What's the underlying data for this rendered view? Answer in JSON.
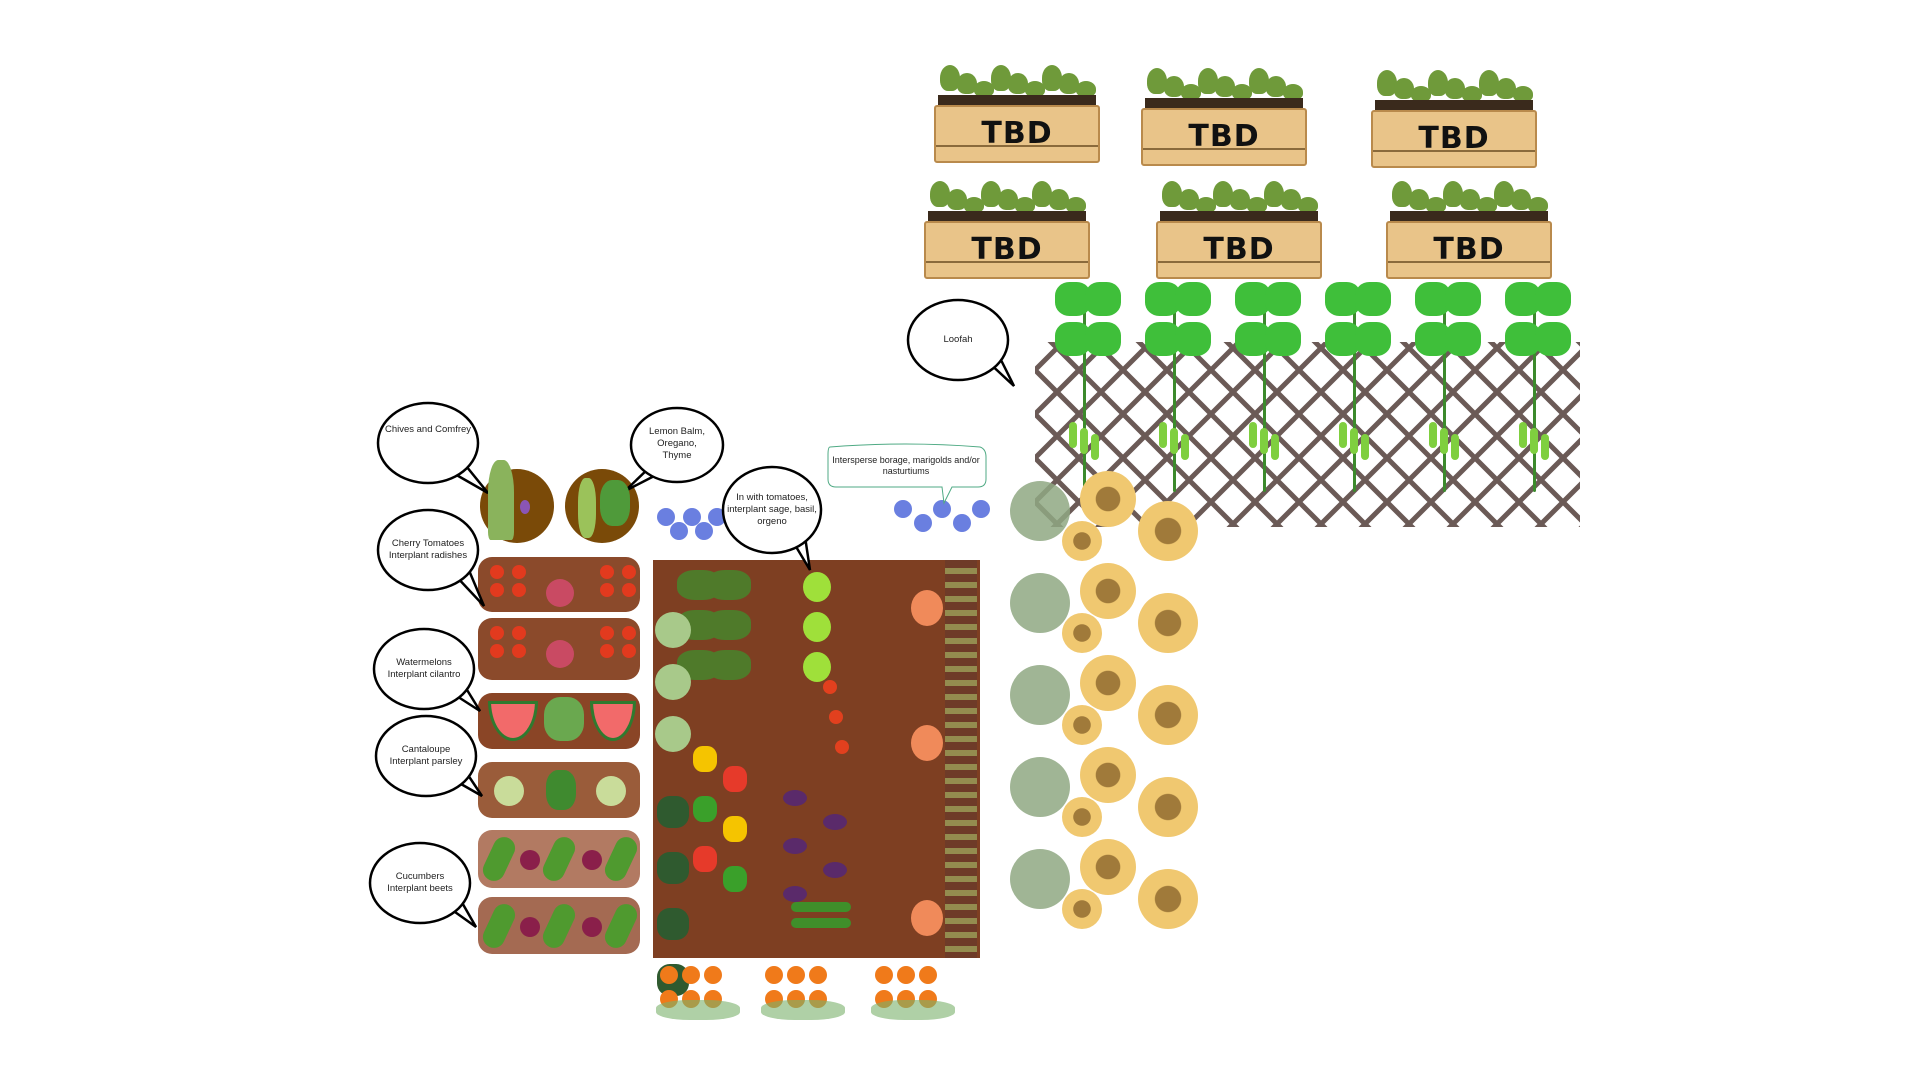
{
  "planters": [
    {
      "label": "TBD"
    },
    {
      "label": "TBD"
    },
    {
      "label": "TBD"
    },
    {
      "label": "TBD"
    },
    {
      "label": "TBD"
    },
    {
      "label": "TBD"
    }
  ],
  "callouts": {
    "loofah": "Loofah",
    "chives": "Chives and Comfrey",
    "lemon_balm": [
      "Lemon Balm,",
      "Oregano,",
      "Thyme"
    ],
    "cherry_tomatoes": [
      "Cherry Tomatoes",
      "Interplant radishes"
    ],
    "watermelons": [
      "Watermelons",
      "Interplant cilantro"
    ],
    "cantaloupe": [
      "Cantaloupe",
      "Interplant parsley"
    ],
    "cucumbers": [
      "Cucumbers",
      "Interplant beets"
    ],
    "tomatoes": [
      "In with tomatoes,",
      "interplant sage, basil,",
      "orgeno"
    ],
    "intersperse": [
      "Intersperse borage, marigolds and/or",
      "nasturtiums"
    ]
  },
  "colors": {
    "soil": "#8b4a2b",
    "bed": "#7e3f22",
    "leaf": "#3fae3a",
    "crate": "#e9c489"
  }
}
